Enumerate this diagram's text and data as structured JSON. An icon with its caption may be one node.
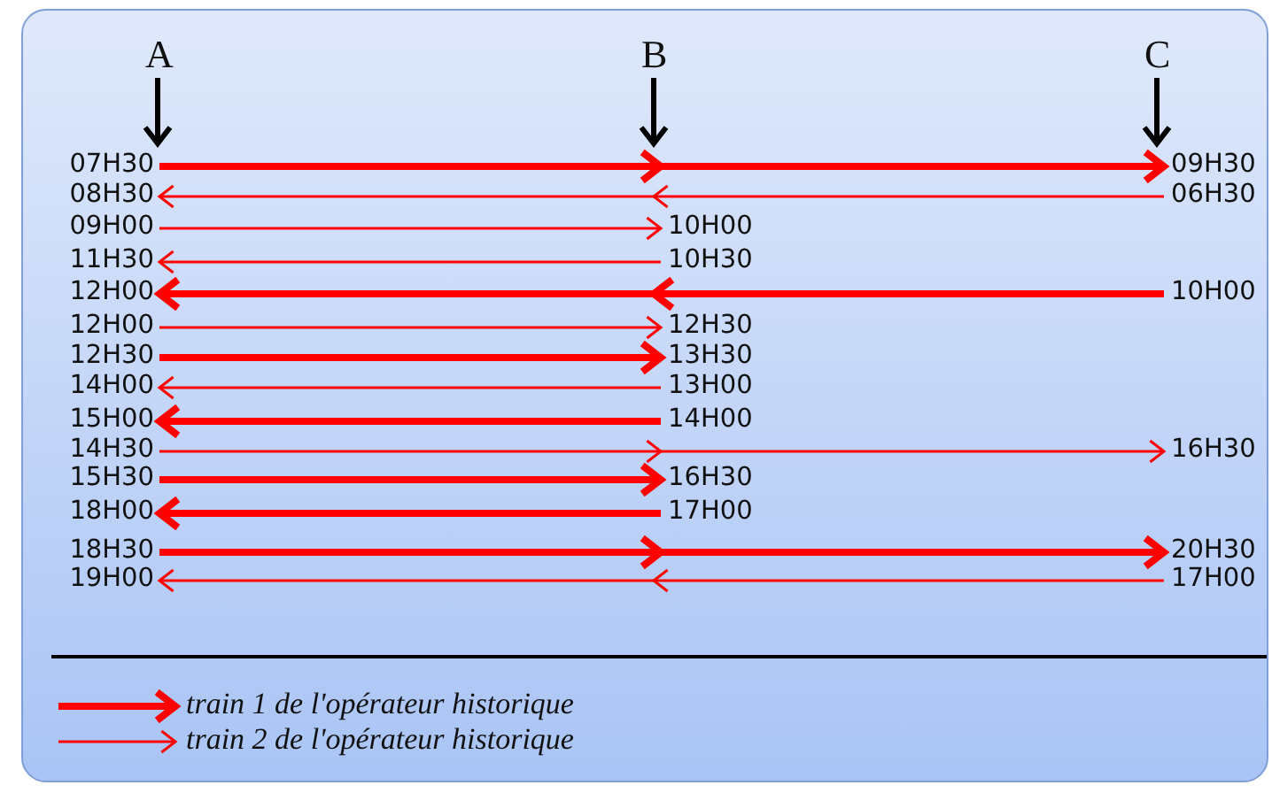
{
  "diagram": {
    "nodes": [
      {
        "text": [
          "07H30"
        ]
      },
      {
        "text": [
          "09H30"
        ]
      },
      {
        "text": [
          "08H30"
        ]
      },
      {
        "text": [
          "06H30"
        ]
      },
      {
        "text": [
          "09H00"
        ]
      },
      {
        "text": [
          "10H00"
        ]
      },
      {
        "text": [
          "11H30"
        ]
      },
      {
        "text": [
          "10H30"
        ]
      },
      {
        "text": [
          "12H00"
        ]
      },
      {
        "text": [
          "10H00"
        ]
      },
      {
        "text": [
          "12H00"
        ]
      },
      {
        "text": [
          "12H30"
        ]
      },
      {
        "text": [
          "12H30"
        ]
      },
      {
        "text": [
          "13H30"
        ]
      },
      {
        "text": [
          "14H00"
        ]
      },
      {
        "text": [
          "13H00"
        ]
      },
      {
        "text": [
          "15H00"
        ]
      },
      {
        "text": [
          "14H00"
        ]
      },
      {
        "text": [
          "14H30"
        ]
      },
      {
        "text": [
          "16H30"
        ]
      },
      {
        "text": [
          "15H30"
        ]
      },
      {
        "text": [
          "16H30"
        ]
      },
      {
        "text": [
          "18H00"
        ]
      },
      {
        "text": [
          "17H00"
        ]
      },
      {
        "text": [
          "18H30"
        ]
      },
      {
        "text": [
          "20H30"
        ]
      },
      {
        "text": [
          "19H00"
        ]
      },
      {
        "text": [
          "17H00"
        ]
      }
    ],
    "edges": [
      {
        "from": 0,
        "to": 1,
        "arrow": "to",
        "style": "thick"
      },
      {
        "from": 3,
        "to": 2,
        "arrow": "to"
      },
      {
        "from": 4,
        "to": 5,
        "arrow": "to"
      },
      {
        "from": 7,
        "to": 6,
        "arrow": "to"
      },
      {
        "from": 9,
        "to": 8,
        "arrow": "to",
        "style": "thick"
      },
      {
        "from": 10,
        "to": 11,
        "arrow": "to"
      },
      {
        "from": 12,
        "to": 13,
        "arrow": "to",
        "style": "thick"
      },
      {
        "from": 15,
        "to": 14,
        "arrow": "to"
      },
      {
        "from": 17,
        "to": 16,
        "arrow": "to",
        "style": "thick"
      },
      {
        "from": 18,
        "to": 19,
        "arrow": "to"
      },
      {
        "from": 20,
        "to": 21,
        "arrow": "to",
        "style": "thick"
      },
      {
        "from": 23,
        "to": 22,
        "arrow": "to",
        "style": "thick"
      },
      {
        "from": 24,
        "to": 25,
        "arrow": "to",
        "style": "thick"
      },
      {
        "from": 27,
        "to": 26,
        "arrow": "to"
      }
    ],
    "labels": [
      "A",
      "B",
      "C"
    ],
    "legend": [
      {
        "text": "train 1 de l'opérateur historique"
      },
      {
        "text": "train 2 de l'opérateur historique"
      }
    ]
  }
}
